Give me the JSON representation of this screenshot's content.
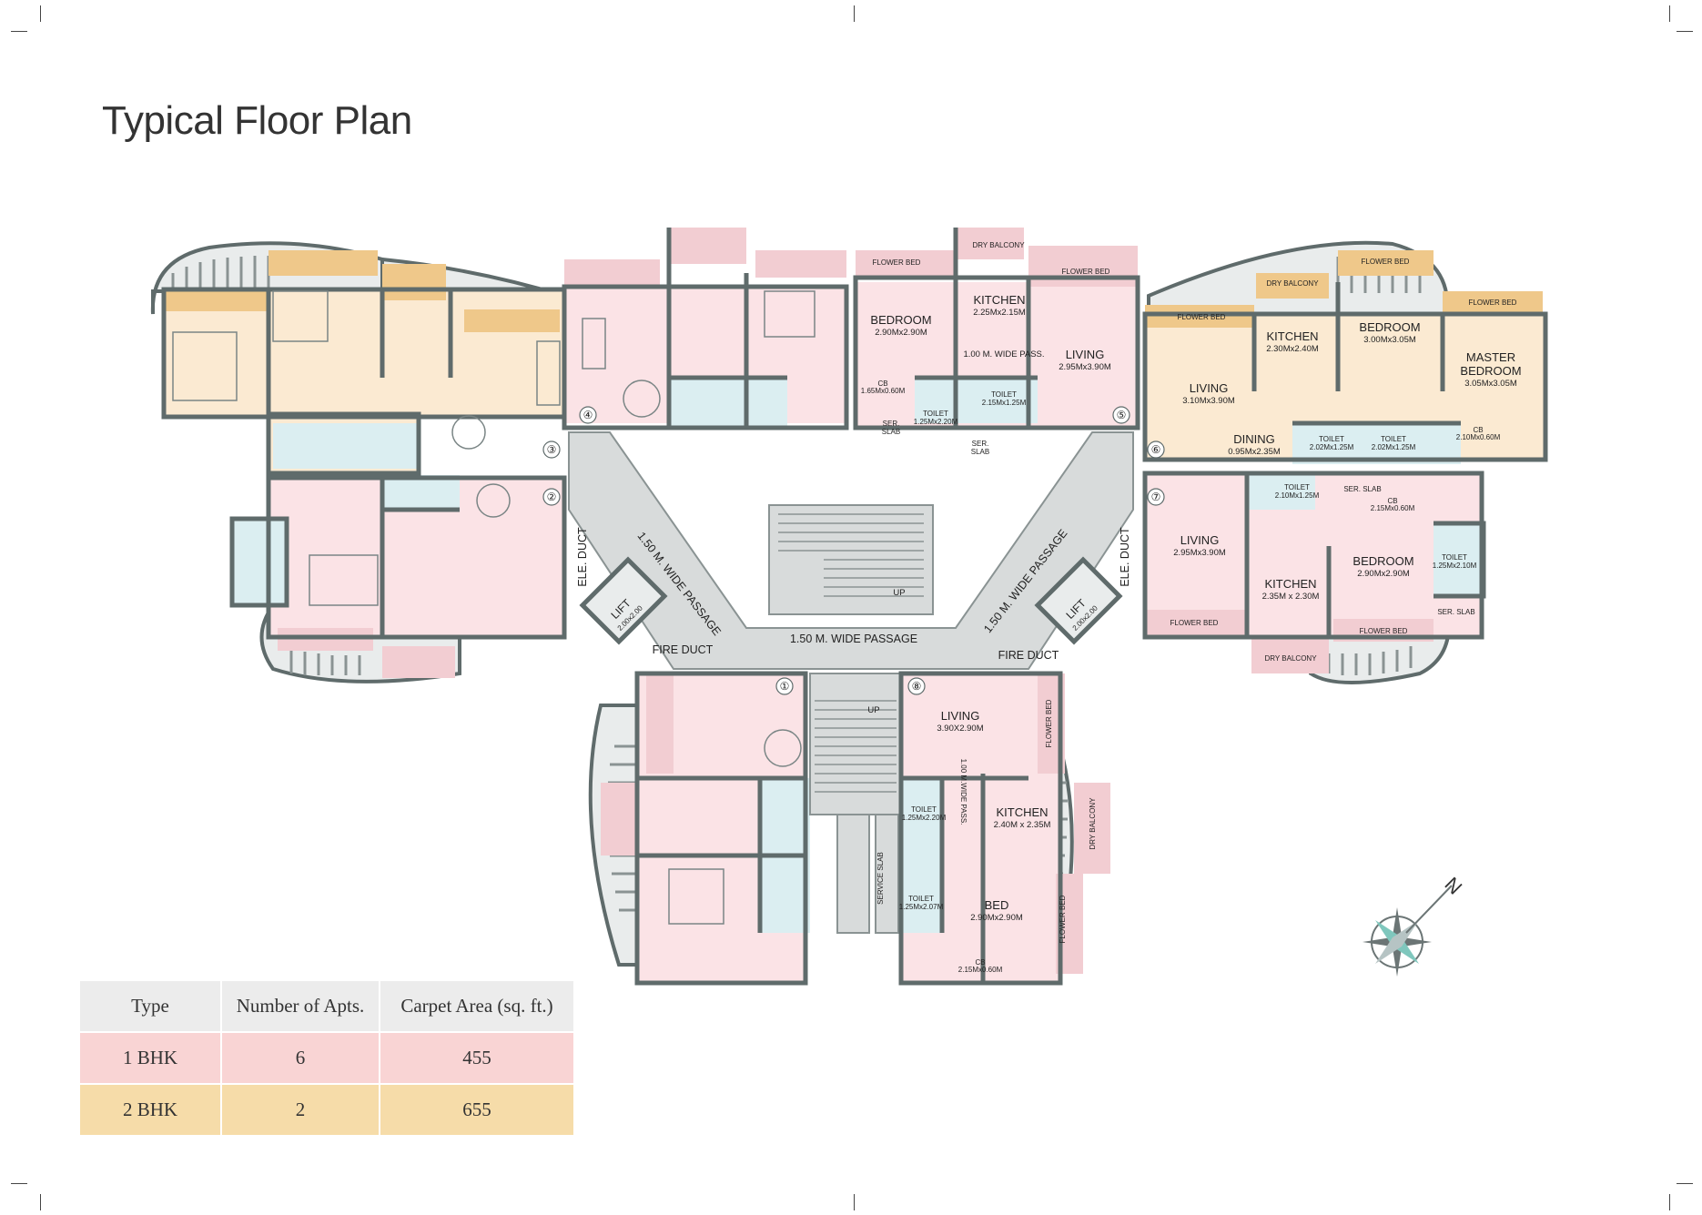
{
  "title": "Typical Floor Plan",
  "colors": {
    "wall": "#5f6b6b",
    "one_bhk": "#fbe3e6",
    "two_bhk": "#fbead2",
    "balcony_orange": "#efc88a",
    "flower_bed": "#f2cdd2",
    "wet_area": "#dbeef1",
    "common": "#d8dbdb",
    "table_header": "#ececec",
    "table_1bhk": "#f9d4d4",
    "table_2bhk": "#f6dca9"
  },
  "plan": {
    "rooms": [
      {
        "label": "BEDROOM",
        "dims": "2.90Mx2.90M"
      },
      {
        "label": "KITCHEN",
        "dims": "2.25Mx2.15M"
      },
      {
        "label": "LIVING",
        "dims": "2.95Mx3.90M"
      },
      {
        "label": "LIVING",
        "dims": "3.10Mx3.90M"
      },
      {
        "label": "KITCHEN",
        "dims": "2.30Mx2.40M"
      },
      {
        "label": "BEDROOM",
        "dims": "3.00Mx3.05M"
      },
      {
        "label": "MASTER",
        "dims": "BEDROOM"
      },
      {
        "label": "DINING",
        "dims": "0.95Mx2.35M"
      },
      {
        "label": "LIVING",
        "dims": "2.95Mx3.90M"
      },
      {
        "label": "BEDROOM",
        "dims": "2.90Mx2.90M"
      },
      {
        "label": "KITCHEN",
        "dims": "2.35M x 2.30M"
      },
      {
        "label": "LIVING",
        "dims": "3.90X2.90M"
      },
      {
        "label": "KITCHEN",
        "dims": "2.40M x 2.35M"
      },
      {
        "label": "BED",
        "dims": "2.90Mx2.90M"
      }
    ],
    "master_dims": "3.05Mx3.05M",
    "small_labels": {
      "flower_bed": "FLOWER BED",
      "dry_balcony": "DRY BALCONY",
      "wide_pass": "1.00 M. WIDE PASS.",
      "wide_pass_v": "1.00 M.WIDE PASS.",
      "toilet": "TOILET",
      "cb": "CB",
      "ser_slab": "SER. SLAB",
      "ser": "SER.",
      "slab": "SLAB",
      "service_slab": "SERVICE SLAB",
      "t1": "1.25Mx2.20M",
      "t2": "2.15Mx1.25M",
      "t3": "2.02Mx1.25M",
      "t4": "2.10Mx1.25M",
      "t5": "1.25Mx2.10M",
      "t6": "1.25Mx2.20M",
      "t7": "1.25Mx2.07M",
      "cb1": "1.65Mx0.60M",
      "cb2": "2.10Mx0.60M",
      "cb3": "2.15Mx0.60M",
      "cb4": "2.15Mx0.60M"
    },
    "common": {
      "passage": "1.50 M. WIDE PASSAGE",
      "lift": "LIFT",
      "lift_dims": "2.00x2.00",
      "ele_duct": "ELE. DUCT",
      "fire_duct": "FIRE DUCT",
      "up": "UP"
    },
    "unit_numbers": [
      "①",
      "②",
      "③",
      "④",
      "⑤",
      "⑥",
      "⑦",
      "⑧"
    ],
    "north": "N"
  },
  "table": {
    "headers": [
      "Type",
      "Number of Apts.",
      "Carpet Area (sq. ft.)"
    ],
    "rows": [
      [
        "1 BHK",
        "6",
        "455"
      ],
      [
        "2 BHK",
        "2",
        "655"
      ]
    ]
  }
}
